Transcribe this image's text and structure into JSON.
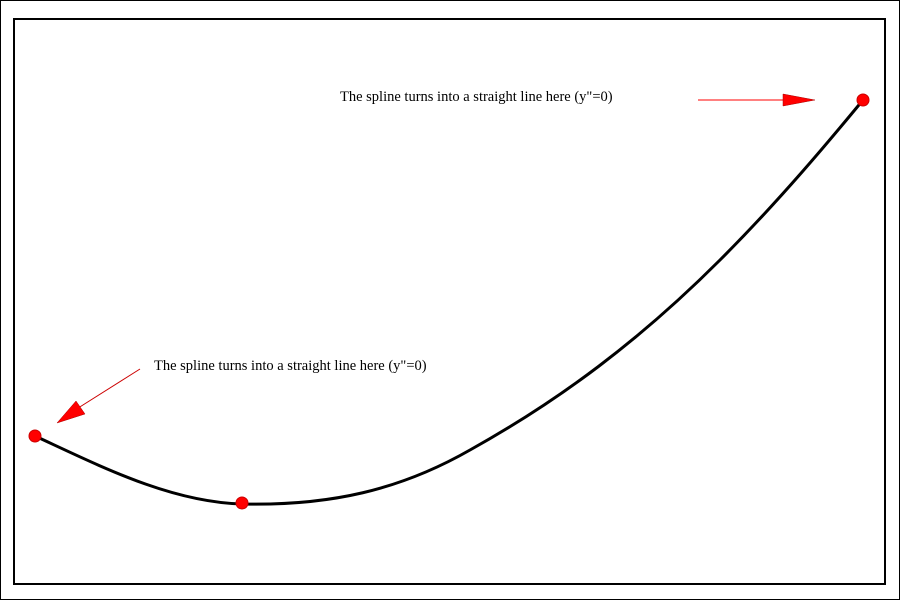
{
  "diagram": {
    "annotations": [
      {
        "id": "top-annotation",
        "text": "The spline turns into a straight line here (y\"=0)"
      },
      {
        "id": "bottom-annotation",
        "text": "The spline turns into a straight line here (y\"=0)"
      }
    ],
    "control_points": [
      {
        "id": "left-point"
      },
      {
        "id": "middle-point"
      },
      {
        "id": "right-point"
      }
    ],
    "colors": {
      "curve": "#000000",
      "points": "#ff0000",
      "arrows": "#ff0000",
      "frame": "#000000",
      "background": "#ffffff"
    }
  }
}
